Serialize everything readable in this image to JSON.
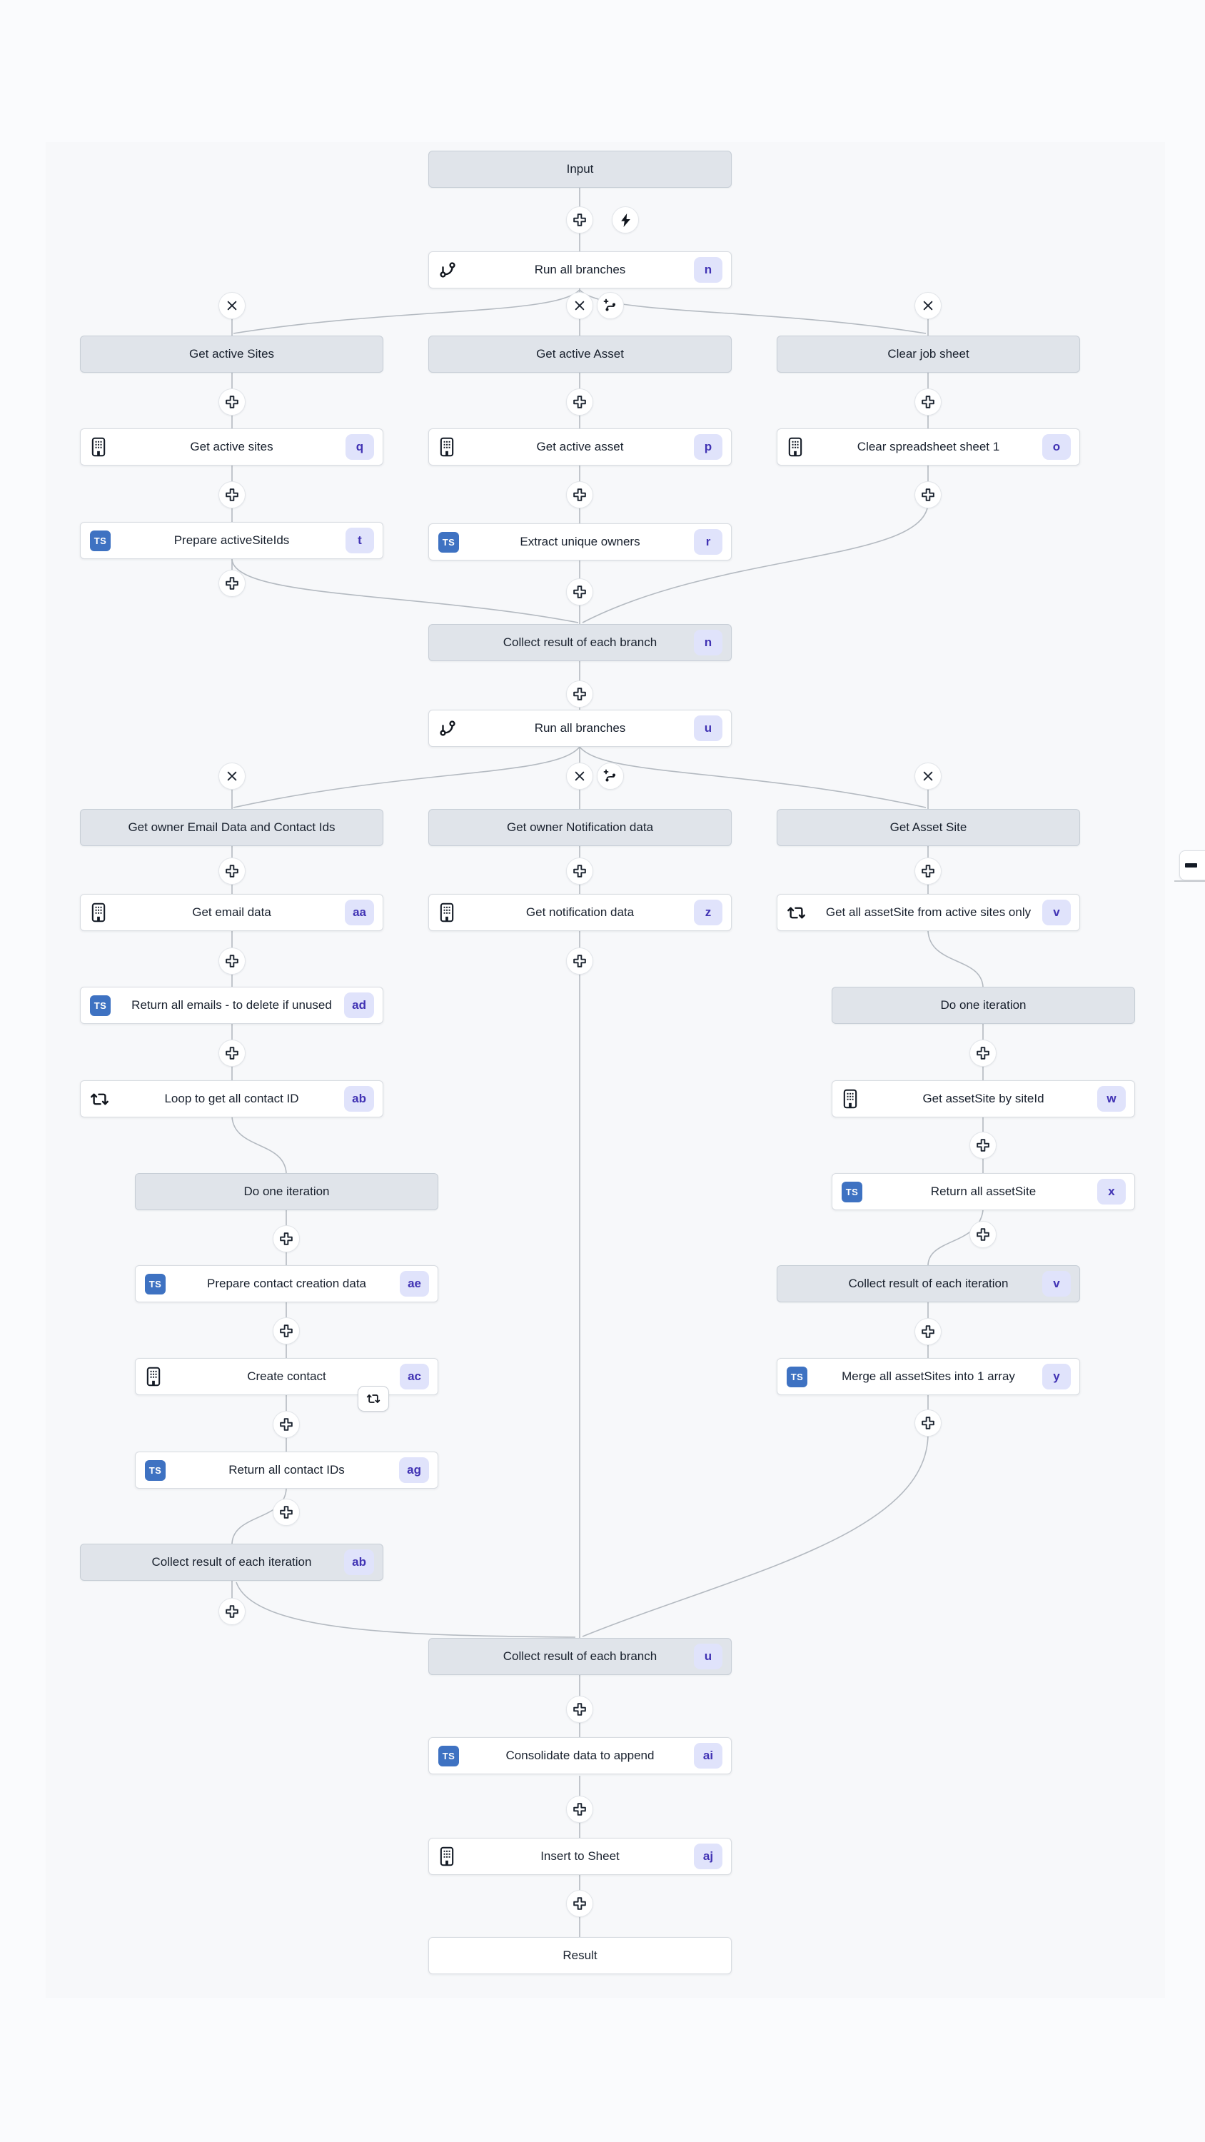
{
  "flow": {
    "input_label": "Input",
    "result_label": "Result"
  },
  "nodes": {
    "input": {
      "label": "Input"
    },
    "run1": {
      "label": "Run all branches",
      "badge": "n"
    },
    "h_sites": {
      "label": "Get active Sites"
    },
    "h_asset": {
      "label": "Get active Asset"
    },
    "h_clear": {
      "label": "Clear job sheet"
    },
    "q": {
      "label": "Get active sites",
      "badge": "q"
    },
    "p": {
      "label": "Get active asset",
      "badge": "p"
    },
    "o": {
      "label": "Clear spreadsheet sheet 1",
      "badge": "o"
    },
    "t": {
      "label": "Prepare activeSiteIds",
      "badge": "t"
    },
    "r": {
      "label": "Extract unique owners",
      "badge": "r"
    },
    "collect_n": {
      "label": "Collect result of each branch",
      "badge": "n"
    },
    "run2": {
      "label": "Run all branches",
      "badge": "u"
    },
    "h_email": {
      "label": "Get owner Email Data and Contact Ids"
    },
    "h_notif": {
      "label": "Get owner Notification data"
    },
    "h_assetsite": {
      "label": "Get Asset Site"
    },
    "aa": {
      "label": "Get email data",
      "badge": "aa"
    },
    "z": {
      "label": "Get notification data",
      "badge": "z"
    },
    "v": {
      "label": "Get all assetSite from active sites only",
      "badge": "v"
    },
    "ad": {
      "label": "Return all emails - to delete if unused",
      "badge": "ad"
    },
    "ab": {
      "label": "Loop to get all contact ID",
      "badge": "ab"
    },
    "do_l": {
      "label": "Do one iteration"
    },
    "ae": {
      "label": "Prepare contact creation data",
      "badge": "ae"
    },
    "ac": {
      "label": "Create contact",
      "badge": "ac"
    },
    "ag": {
      "label": "Return all contact IDs",
      "badge": "ag"
    },
    "collect_ab": {
      "label": "Collect result of each iteration",
      "badge": "ab"
    },
    "do_r": {
      "label": "Do one iteration"
    },
    "w": {
      "label": "Get assetSite by siteId",
      "badge": "w"
    },
    "x": {
      "label": "Return all assetSite",
      "badge": "x"
    },
    "collect_v": {
      "label": "Collect result of each iteration",
      "badge": "v"
    },
    "y": {
      "label": "Merge all assetSites into 1 array",
      "badge": "y"
    },
    "collect_u": {
      "label": "Collect result of each branch",
      "badge": "u"
    },
    "ai": {
      "label": "Consolidate data to append",
      "badge": "ai"
    },
    "aj": {
      "label": "Insert to Sheet",
      "badge": "aj"
    },
    "result": {
      "label": "Result"
    }
  },
  "icons": [
    "plus-icon",
    "lightning-icon",
    "close-icon",
    "add-branch-icon",
    "git-branch-icon",
    "building-icon",
    "typescript-icon",
    "loop-icon",
    "repeat-icon",
    "minus-icon"
  ],
  "colors": {
    "page_bg": "#fafbfd",
    "canvas_bg": "#f7f8fa",
    "node_gray_bg": "#e0e4ea",
    "node_gray_border": "#c7ced6",
    "node_white_border": "#d8dce1",
    "badge_bg": "#e0e3fb",
    "badge_text": "#4133b4",
    "typescript_blue": "#3e72c2",
    "connector_line": "#b4bac1",
    "glyph": "#1c2430"
  }
}
